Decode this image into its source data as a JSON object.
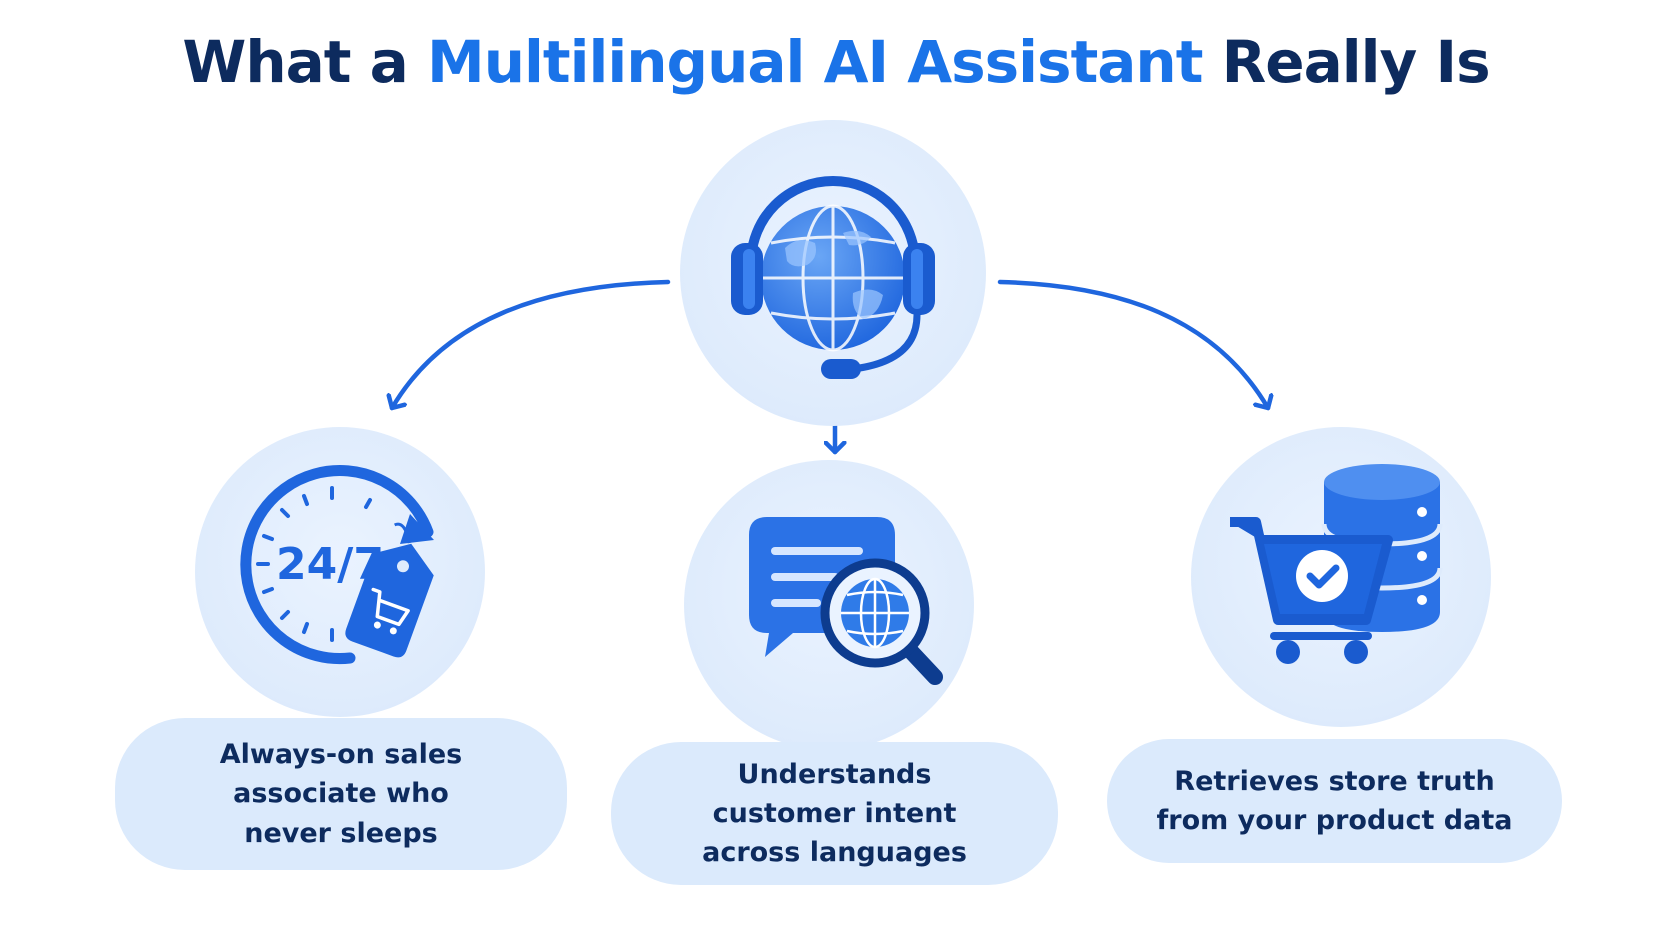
{
  "title": {
    "part1": "What a ",
    "highlight": "Multilingual AI Assistant",
    "part2": " Really Is"
  },
  "center": {
    "icon": "globe-headset-icon"
  },
  "items": [
    {
      "icon": "clock-24-7-price-tag-icon",
      "badge": "24/7",
      "lines": [
        "Always-on sales",
        "associate who",
        "never sleeps"
      ]
    },
    {
      "icon": "chat-bubble-globe-magnifier-icon",
      "lines": [
        "Understands",
        "customer intent",
        "across languages"
      ]
    },
    {
      "icon": "shopping-cart-database-check-icon",
      "lines": [
        "Retrieves store truth",
        "from your product data"
      ]
    }
  ],
  "colors": {
    "dark_navy": "#0d2b5e",
    "accent_blue": "#1a73e8",
    "icon_blue": "#1f66de",
    "circle_bg": "#deebfc",
    "pill_bg": "#dbeafc"
  }
}
